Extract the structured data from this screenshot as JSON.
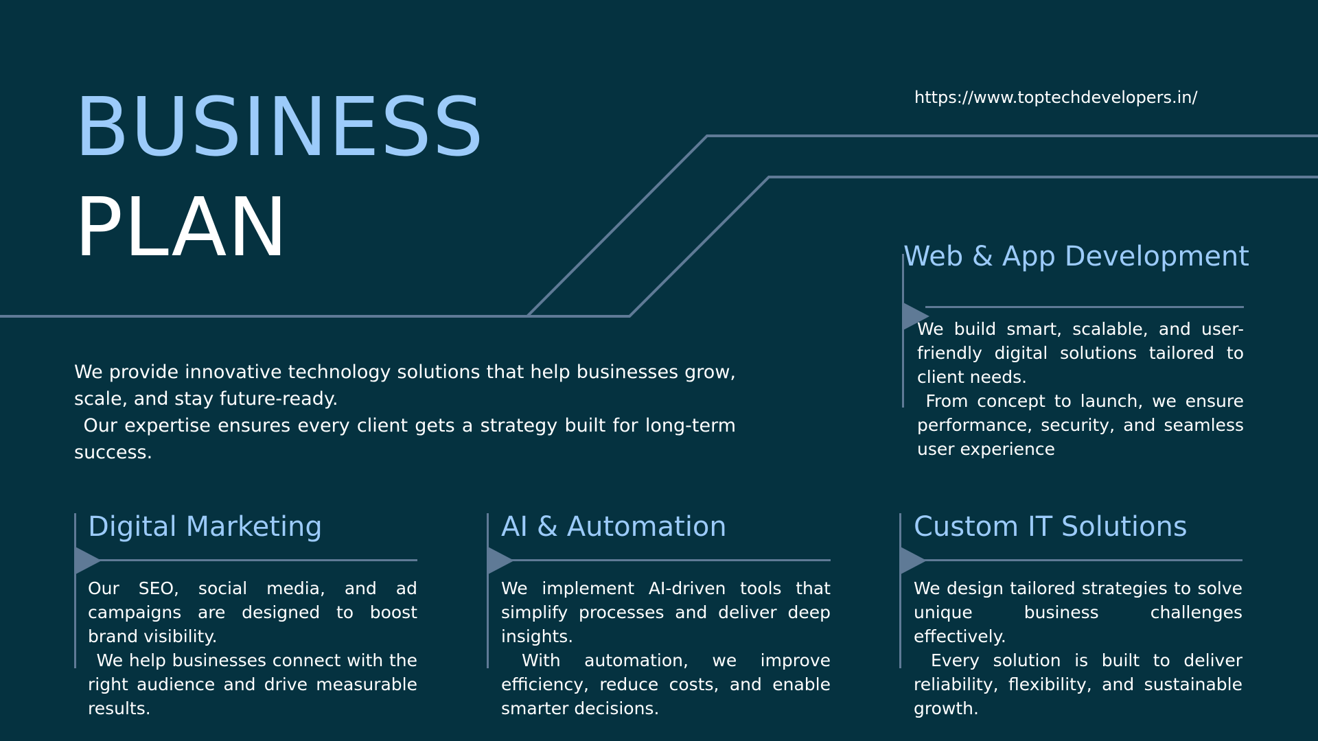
{
  "theme": {
    "background": "#053240",
    "accent": "#9ccbfa",
    "text": "#ffffff",
    "line": "#5f7a96"
  },
  "header": {
    "title_line_1": "BUSINESS",
    "title_line_2": "PLAN",
    "url": "https://www.toptechdevelopers.in/"
  },
  "intro": {
    "paragraph_1": "We provide innovative technology solutions that help businesses grow, scale, and stay future-ready.",
    "paragraph_2": "Our expertise ensures every client gets a strategy built for long-term success."
  },
  "services": {
    "web_app": {
      "title": "Web & App Development",
      "paragraph_1": "We build smart, scalable, and user-friendly digital solutions tailored to client needs.",
      "paragraph_2": "From concept to launch, we ensure performance, security, and seamless user experience"
    },
    "digital_marketing": {
      "title": "Digital Marketing",
      "paragraph_1": "Our SEO, social media, and ad campaigns are designed to boost brand visibility.",
      "paragraph_2": "We help businesses connect with the right audience and drive measurable results."
    },
    "ai_automation": {
      "title": "AI & Automation",
      "paragraph_1": "We implement AI-driven tools that simplify processes and deliver deep insights.",
      "paragraph_2": "With automation, we improve efficiency, reduce costs, and enable smarter decisions."
    },
    "custom_it": {
      "title": "Custom IT Solutions",
      "paragraph_1": "We design tailored strategies to solve unique business challenges effectively.",
      "paragraph_2": "Every solution is built to deliver reliability, flexibility, and sustainable growth."
    }
  }
}
